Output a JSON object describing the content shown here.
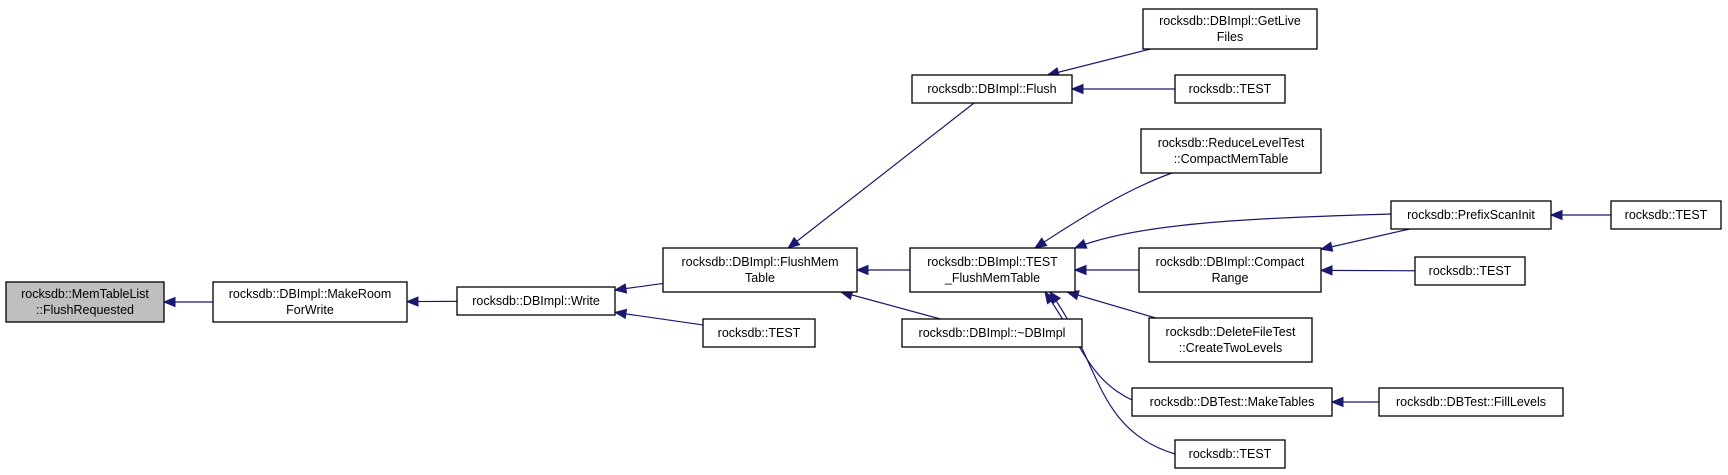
{
  "graph": {
    "edge_color": "#191970",
    "focus_fill": "#bfbfbf",
    "nodes": [
      {
        "id": "flushrequested",
        "lines": [
          "rocksdb::MemTableList",
          "::FlushRequested"
        ],
        "focus": true
      },
      {
        "id": "makeroomforwrite",
        "lines": [
          "rocksdb::DBImpl::MakeRoom",
          "ForWrite"
        ]
      },
      {
        "id": "write",
        "lines": [
          "rocksdb::DBImpl::Write"
        ]
      },
      {
        "id": "flushmemtable",
        "lines": [
          "rocksdb::DBImpl::FlushMem",
          "Table"
        ]
      },
      {
        "id": "test_write",
        "lines": [
          "rocksdb::TEST"
        ]
      },
      {
        "id": "flush",
        "lines": [
          "rocksdb::DBImpl::Flush"
        ]
      },
      {
        "id": "test_flushmemtable",
        "lines": [
          "rocksdb::DBImpl::TEST",
          "_FlushMemTable"
        ]
      },
      {
        "id": "dtor",
        "lines": [
          "rocksdb::DBImpl::~DBImpl"
        ]
      },
      {
        "id": "getlivefiles",
        "lines": [
          "rocksdb::DBImpl::GetLive",
          "Files"
        ]
      },
      {
        "id": "test_flush",
        "lines": [
          "rocksdb::TEST"
        ]
      },
      {
        "id": "compactmemtable",
        "lines": [
          "rocksdb::ReduceLevelTest",
          "::CompactMemTable"
        ]
      },
      {
        "id": "compactrange",
        "lines": [
          "rocksdb::DBImpl::Compact",
          "Range"
        ]
      },
      {
        "id": "createtwolevels",
        "lines": [
          "rocksdb::DeleteFileTest",
          "::CreateTwoLevels"
        ]
      },
      {
        "id": "maketables",
        "lines": [
          "rocksdb::DBTest::MakeTables"
        ]
      },
      {
        "id": "test_bottom",
        "lines": [
          "rocksdb::TEST"
        ]
      },
      {
        "id": "prefixscaninit",
        "lines": [
          "rocksdb::PrefixScanInit"
        ]
      },
      {
        "id": "test_compactrange",
        "lines": [
          "rocksdb::TEST"
        ]
      },
      {
        "id": "filllevels",
        "lines": [
          "rocksdb::DBTest::FillLevels"
        ]
      },
      {
        "id": "test_prefix",
        "lines": [
          "rocksdb::TEST"
        ]
      }
    ],
    "edges": [
      {
        "from": "makeroomforwrite",
        "to": "flushrequested"
      },
      {
        "from": "write",
        "to": "makeroomforwrite"
      },
      {
        "from": "flushmemtable",
        "to": "write"
      },
      {
        "from": "test_write",
        "to": "write"
      },
      {
        "from": "flush",
        "to": "flushmemtable"
      },
      {
        "from": "test_flushmemtable",
        "to": "flushmemtable"
      },
      {
        "from": "dtor",
        "to": "flushmemtable"
      },
      {
        "from": "getlivefiles",
        "to": "flush"
      },
      {
        "from": "test_flush",
        "to": "flush"
      },
      {
        "from": "compactmemtable",
        "to": "test_flushmemtable"
      },
      {
        "from": "prefixscaninit",
        "to": "test_flushmemtable"
      },
      {
        "from": "compactrange",
        "to": "test_flushmemtable"
      },
      {
        "from": "createtwolevels",
        "to": "test_flushmemtable"
      },
      {
        "from": "maketables",
        "to": "test_flushmemtable"
      },
      {
        "from": "test_bottom",
        "to": "test_flushmemtable"
      },
      {
        "from": "prefixscaninit",
        "to": "compactrange"
      },
      {
        "from": "test_compactrange",
        "to": "compactrange"
      },
      {
        "from": "filllevels",
        "to": "maketables"
      },
      {
        "from": "test_prefix",
        "to": "prefixscaninit"
      }
    ]
  }
}
